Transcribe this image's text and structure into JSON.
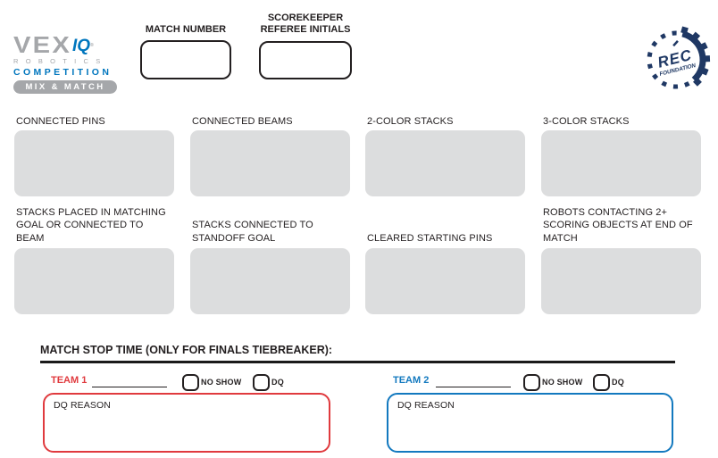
{
  "brand": {
    "vex": "VEX",
    "iq": "IQ",
    "registered": "®",
    "robotics": "ROBOTICS",
    "competition": "COMPETITION",
    "banner": "MIX & MATCH"
  },
  "rec_logo": {
    "name": "REC",
    "subtitle": "FOUNDATION"
  },
  "header_fields": {
    "match_number_label": "MATCH NUMBER",
    "match_number_value": "",
    "scorekeeper_line1": "SCOREKEEPER",
    "scorekeeper_line2": "REFEREE INITIALS",
    "scorekeeper_value": ""
  },
  "scoring": {
    "cells": [
      {
        "label": "CONNECTED PINS",
        "value": ""
      },
      {
        "label": "CONNECTED BEAMS",
        "value": ""
      },
      {
        "label": "2-COLOR STACKS",
        "value": ""
      },
      {
        "label": "3-COLOR STACKS",
        "value": ""
      },
      {
        "label": "STACKS PLACED IN MATCHING GOAL OR CONNECTED TO BEAM",
        "value": ""
      },
      {
        "label": "STACKS CONNECTED TO STANDOFF GOAL",
        "value": ""
      },
      {
        "label": "CLEARED STARTING PINS",
        "value": ""
      },
      {
        "label": "ROBOTS CONTACTING 2+ SCORING OBJECTS AT END OF MATCH",
        "value": ""
      }
    ]
  },
  "footer": {
    "stop_time_heading": "MATCH STOP TIME (ONLY FOR FINALS TIEBREAKER):",
    "teams": [
      {
        "label": "TEAM 1",
        "team_number_value": "",
        "no_show_label": "NO SHOW",
        "no_show_checked": false,
        "dq_label": "DQ",
        "dq_checked": false,
        "dq_reason_label": "DQ REASON",
        "dq_reason_value": "",
        "accent_color": "#e03a3e"
      },
      {
        "label": "TEAM 2",
        "team_number_value": "",
        "no_show_label": "NO SHOW",
        "no_show_checked": false,
        "dq_label": "DQ",
        "dq_checked": false,
        "dq_reason_label": "DQ REASON",
        "dq_reason_value": "",
        "accent_color": "#1379bf"
      }
    ]
  },
  "colors": {
    "vex_gray": "#a5a7aa",
    "vex_blue": "#0076be",
    "rec_navy": "#1f3864",
    "field_gray": "#dcddde",
    "team1_red": "#e03a3e",
    "team2_blue": "#1379bf",
    "ink": "#231f20"
  }
}
